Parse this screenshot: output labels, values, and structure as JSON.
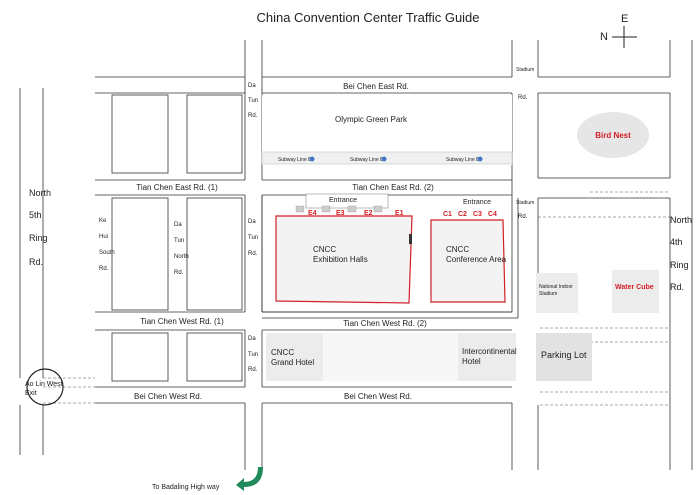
{
  "title": "China Convention Center  Traffic Guide",
  "compass": {
    "north": "N",
    "east": "E"
  },
  "roads": {
    "bei_chen_east": "Bei Chen East Rd.",
    "tian_chen_east_1": "Tian Chen East Rd. (1)",
    "tian_chen_east_2": "Tian Chen East Rd. (2)",
    "tian_chen_west_1": "Tian Chen West Rd. (1)",
    "tian_chen_west_2": "Tian Chen West Rd. (2)",
    "bei_chen_west_left": "Bei Chen West Rd.",
    "bei_chen_west_right": "Bei Chen West Rd.",
    "north_5th_ring": [
      "North",
      "5th",
      "Ring",
      "Rd."
    ],
    "north_4th_ring": [
      "North",
      "4th",
      "Ring",
      "Rd."
    ],
    "da_tun_rd_top": [
      "Da",
      "Tun",
      "Rd."
    ],
    "da_tun_rd_mid": [
      "Da",
      "Tun",
      "Rd."
    ],
    "da_tun_rd_bottom": [
      "Da",
      "Tun",
      "Rd."
    ],
    "da_tun_north_rd": [
      "Da",
      "Tun",
      "North",
      "Rd."
    ],
    "ke_hui_south_rd": [
      "Ke",
      "Hui",
      "South",
      "Rd."
    ],
    "stadium_rd_top": [
      "Stadium",
      "Rd."
    ],
    "stadium_rd_mid": [
      "Stadium",
      "Rd."
    ]
  },
  "places": {
    "olympic_green_park": "Olympic Green Park",
    "bird_nest": "Bird Nest",
    "water_cube": "Water Cube",
    "national_indoor_stadium": [
      "National Indoor",
      "Stadium"
    ],
    "parking_lot": "Parking Lot",
    "cncc_exhibition": [
      "CNCC",
      "Exhibition Halls"
    ],
    "cncc_conference": [
      "CNCC",
      "Conference Area"
    ],
    "cncc_grand_hotel": [
      "CNCC",
      "Grand Hotel"
    ],
    "intercontinental_hotel": [
      "Intercontinental",
      "Hotel"
    ],
    "ao_lin_west_exit": [
      "Ao Lin West",
      "Exit"
    ],
    "badaling": "To Badaling High way"
  },
  "entrances": {
    "exhibition": "Entrance",
    "conference": "Entrance",
    "exhibition_gates": [
      "E4",
      "E3",
      "E2",
      "E1"
    ],
    "conference_gates": [
      "C1",
      "C2",
      "C3",
      "C4"
    ]
  },
  "subway": [
    "Subway Line 8",
    "Subway Line 8",
    "Subway Line 8"
  ],
  "colors": {
    "road_line": "#333333",
    "block_fill": "#f3f3f3",
    "bird_nest_fill": "#e6e6e6",
    "highlight_red": "#d21f26",
    "arrow_green": "#1f8a5a",
    "subway_icon": "#4a78c8"
  }
}
